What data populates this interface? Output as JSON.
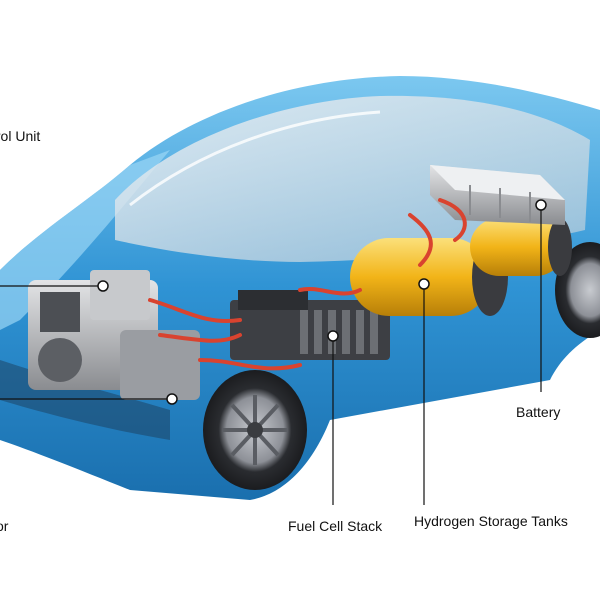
{
  "labels": {
    "power_control_unit": "trol Unit",
    "motor": "or",
    "fuel_cell_stack": "Fuel Cell Stack",
    "hydrogen_tanks": "Hydrogen Storage Tanks",
    "battery": "Battery"
  },
  "colors": {
    "body_blue": "#2a8fd0",
    "body_light": "#8fd0f2",
    "tank_yellow": "#f2bc1a",
    "cable_red": "#d9432f",
    "component_gray": "#7d7f82",
    "tire": "#2a2c30"
  }
}
